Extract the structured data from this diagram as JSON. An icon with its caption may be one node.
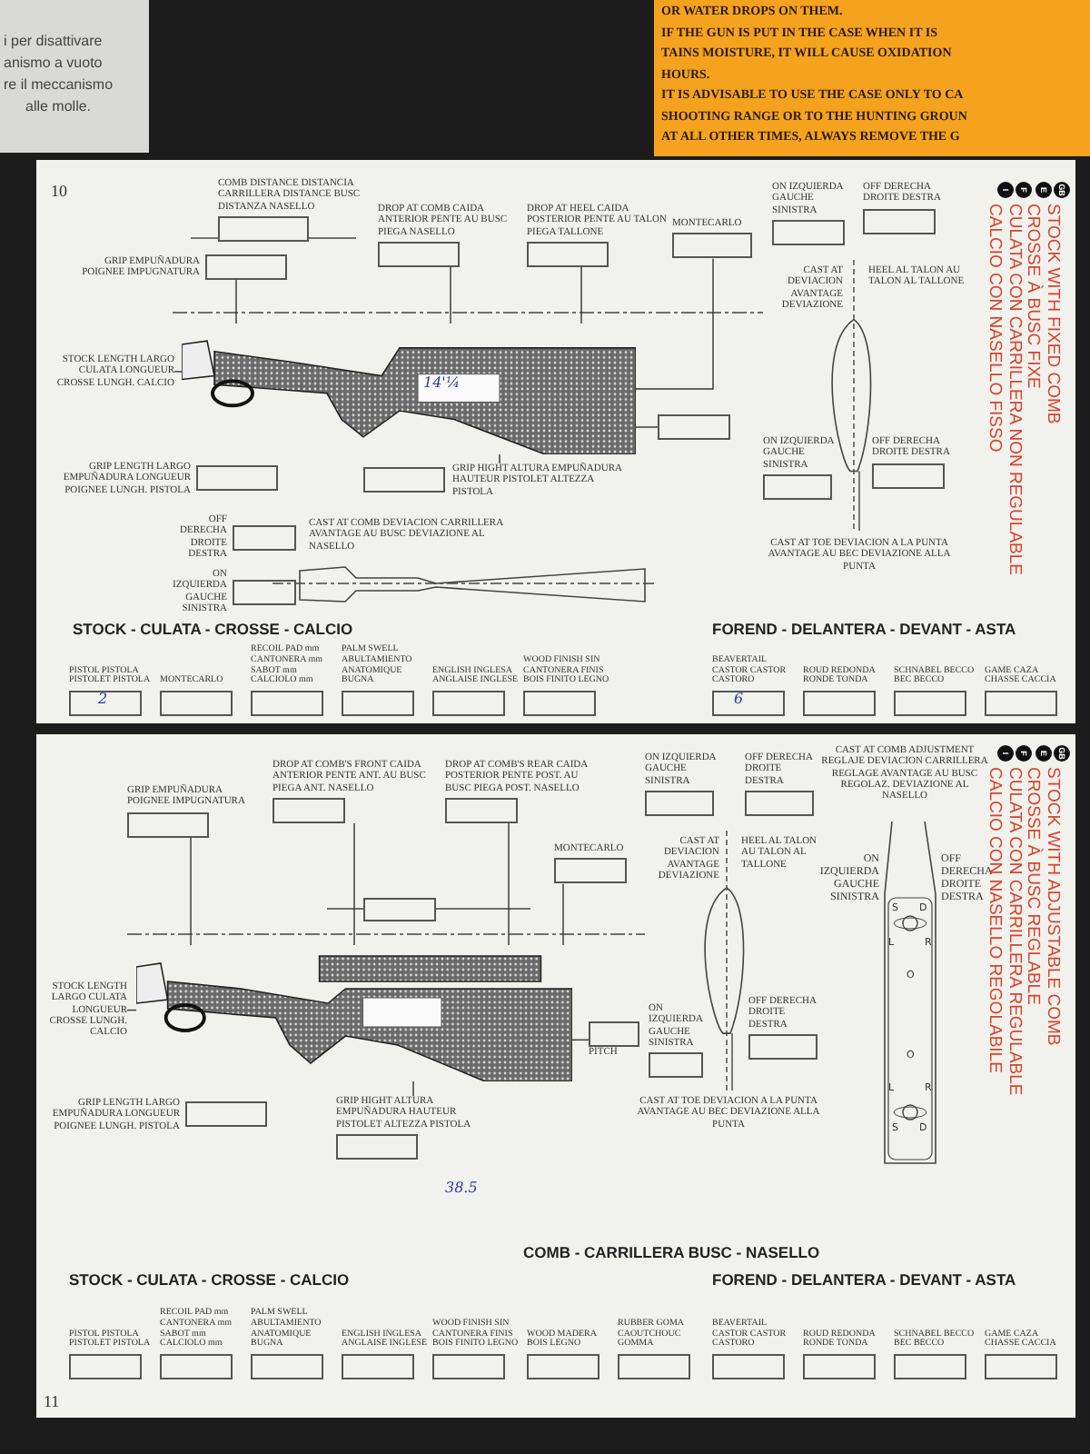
{
  "diagram": {
    "nodes": [
      {
        "text": [
          "COMB DISTANCE DISTANCIA CARRILLERA DISTANCE BUSC DISTANZA NASELLO"
        ]
      },
      {
        "text": [
          "DROP AT COMB CAIDA ANTERIOR PENTE AU BUSC PIEGA NASELLO"
        ]
      },
      {
        "text": [
          "DROP AT HEEL CAIDA POSTERIOR PENTE AU TALON PIEGA TALLONE"
        ]
      },
      {
        "text": [
          "MONTECARLO"
        ]
      },
      {
        "text": [
          "GRIP EMPUÑADURA POIGNEE IMPUGNATURA"
        ]
      },
      {
        "text": [],
        "shape": "picture"
      },
      {
        "text": [
          "STOCK LENGTH LARGO CULATA LONGUEUR CROSSE LUNGH. CALCIO"
        ]
      },
      {
        "text": [],
        "shape": "box"
      },
      {
        "text": [
          "GRIP LENGTH LARGO EMPUÑADURA LONGUEUR POIGNEE LUNGH. PISTOLA"
        ]
      },
      {
        "text": [
          "GRIP HIGHT ALTURA EMPUÑADURA HAUTEUR PISTOLET ALTEZZA PISTOLA"
        ]
      },
      {
        "text": [
          "OFF DERECHA DROITE DESTRA"
        ]
      },
      {
        "text": [
          "CAST AT COMB DEVIACION CARRILLERA AVANTAGE AU BUSC DEVIAZIONE AL NASELLO"
        ]
      },
      {
        "text": [
          "ON IZQUIERDA GAUCHE SINISTRA"
        ]
      },
      {
        "text": [
          "ON IZQUIERDA GAUCHE SINISTRA"
        ]
      },
      {
        "text": [
          "OFF DERECHA DROITE DESTRA"
        ]
      },
      {
        "text": [
          "ON IZQUIERDA GAUCHE SINISTRA"
        ]
      },
      {
        "text": [
          "OFF DERECHA DROITE DESTRA"
        ]
      },
      {
        "text": [
          "PISTOL PISTOLA PISTOLET PISTOLA"
        ]
      },
      {
        "text": [
          "MONTECARLO"
        ]
      },
      {
        "text": [
          "RECOIL PAD mm CANTONERA mm SABOT mm CALCIOLO mm"
        ]
      },
      {
        "text": [
          "PALM SWELL ABULTAMIENTO ANATOMIQUE BUGNA"
        ]
      },
      {
        "text": [
          "ENGLISH INGLESA ANGLAISE INGLESE"
        ]
      },
      {
        "text": [
          "WOOD FINISH SIN CANTONERA FINIS BOIS FINITO LEGNO"
        ]
      },
      {
        "text": [
          "BEAVERTAIL CASTOR CASTOR CASTORO"
        ]
      },
      {
        "text": [
          "ROUD REDONDA RONDE TONDA"
        ]
      },
      {
        "text": [
          "SCHNABEL BECCO BEC BECCO"
        ]
      },
      {
        "text": [
          "GAME CAZA CHASSE CACCIA"
        ]
      },
      {
        "text": [
          "GRIP EMPUÑADURA POIGNEE IMPUGNATURA"
        ]
      },
      {
        "text": [
          "DROP AT COMB'S FRONT CAIDA ANTERIOR PENTE ANT. AU BUSC PIEGA ANT. NASELLO"
        ]
      },
      {
        "text": [
          "DROP AT COMB'S REAR CAIDA POSTERIOR PENTE POST. AU BUSC PIEGA POST. NASELLO"
        ]
      },
      {
        "text": [
          "MONTECARLO"
        ]
      },
      {
        "text": [],
        "shape": "box"
      },
      {
        "text": [],
        "shape": "picture"
      },
      {
        "text": [
          "STOCK LENGTH LARGO CULATA LONGUEUR CROSSE LUNGH. CALCIO"
        ]
      },
      {
        "text": [
          "PITCH"
        ]
      },
      {
        "text": [
          "GRIP LENGTH LARGO EMPUÑADURA LONGUEUR POIGNEE LUNGH. PISTOLA"
        ]
      },
      {
        "text": [
          "GRIP HIGHT ALTURA EMPUÑADURA HAUTEUR PISTOLET ALTEZZA PISTOLA"
        ]
      },
      {
        "text": [
          "ON IZQUIERDA GAUCHE SINISTRA"
        ]
      },
      {
        "text": [
          "OFF DERECHA DROITE DESTRA"
        ]
      },
      {
        "text": [
          "ON IZQUIERDA GAUCHE SINISTRA"
        ]
      },
      {
        "text": [
          "OFF DERECHA DROITE DESTRA"
        ]
      },
      {
        "text": [
          "PISTOL PISTOLA PISTOLET PISTOLA"
        ]
      },
      {
        "text": [
          "RECOIL PAD mm CANTONERA mm SABOT mm CALCIOLO mm"
        ]
      },
      {
        "text": [
          "PALM SWELL ABULTAMIENTO ANATOMIQUE BUGNA"
        ]
      },
      {
        "text": [
          "ENGLISH INGLESA ANGLAISE INGLESE"
        ]
      },
      {
        "text": [
          "WOOD FINISH SIN CANTONERA FINIS BOIS FINITO LEGNO"
        ]
      },
      {
        "text": [
          "WOOD MADERA BOIS LEGNO"
        ]
      },
      {
        "text": [
          "RUBBER GOMA CAOUTCHOUC GOMMA"
        ]
      },
      {
        "text": [
          "BEAVERTAIL CASTOR CASTOR CASTORO"
        ]
      },
      {
        "text": [
          "ROUD REDONDA RONDE TONDA"
        ]
      },
      {
        "text": [
          "SCHNABEL BECCO BEC BECCO"
        ]
      },
      {
        "text": [
          "GAME CAZA CHASSE CACCIA"
        ]
      }
    ],
    "edges": [
      {
        "from": 4,
        "to": 5,
        "arrow": "none"
      },
      {
        "from": 1,
        "to": 5,
        "arrow": "none"
      },
      {
        "from": 2,
        "to": 5,
        "arrow": "none"
      },
      {
        "from": 3,
        "to": 5,
        "arrow": "none"
      },
      {
        "from": 6,
        "to": 5,
        "arrow": "none"
      },
      {
        "from": 7,
        "to": 5,
        "arrow": "none"
      },
      {
        "from": 9,
        "to": 5,
        "arrow": "none"
      },
      {
        "from": 27,
        "to": 32,
        "arrow": "none"
      },
      {
        "from": 28,
        "to": 32,
        "arrow": "none"
      },
      {
        "from": 29,
        "to": 32,
        "arrow": "none"
      },
      {
        "from": 30,
        "to": 32,
        "arrow": "none"
      },
      {
        "from": 33,
        "to": 32,
        "arrow": "none"
      },
      {
        "from": 34,
        "to": 32,
        "arrow": "none"
      },
      {
        "from": 36,
        "to": 32,
        "arrow": "none"
      }
    ],
    "labels": [
      "i per disattivare",
      "anismo a vuoto",
      "re il meccanismo",
      "alle molle.",
      "OR WATER DROPS ON THEM.",
      "IF THE GUN IS PUT IN THE CASE WHEN IT IS",
      "TAINS MOISTURE, IT WILL CAUSE OXIDATION",
      "HOURS.",
      "IT IS ADVISABLE TO USE THE CASE ONLY TO CA",
      "SHOOTING RANGE OR TO THE HUNTING GROUN",
      "AT ALL OTHER TIMES, ALWAYS REMOVE THE G",
      "10",
      "14'¼",
      "CAST AT DEVIACION AVANTAGE DEVIAZIONE",
      "HEEL AL TALON AU TALON AL TALLONE",
      "CAST AT TOE DEVIACION A LA PUNTA AVANTAGE AU BEC DEVIAZIONE ALLA PUNTA",
      "GB",
      "E",
      "F",
      "I",
      "STOCK WITH FIXED COMB",
      "CROSSE À BUSC FIXE",
      "CULATA CON CARRILLERA NON REGULABLE",
      "CALCIO CON NASELLO FISSO",
      "STOCK - CULATA - CROSSE - CALCIO",
      "FOREND - DELANTERA - DEVANT - ASTA",
      "2",
      "6",
      "CAST AT DEVIACION AVANTAGE DEVIAZIONE",
      "HEEL AL TALON AU TALON AL TALLONE",
      "CAST AT TOE DEVIACION A LA PUNTA AVANTAGE AU BEC DEVIAZIONE ALLA PUNTA",
      "CAST AT COMB ADJUSTMENT REGLAJE DEVIACION CARRILLERA REGLAGE AVANTAGE AU BUSC REGOLAZ. DEVIAZIONE AL NASELLO",
      "ON IZQUIERDA GAUCHE SINISTRA",
      "OFF DERECHA DROITE DESTRA",
      "S",
      "D",
      "L",
      "R",
      "O",
      "O",
      "L",
      "R",
      "S",
      "D",
      "GB",
      "E",
      "F",
      "I",
      "STOCK WITH ADJUSTABLE COMB",
      "CROSSE À BUSC REGLABLE",
      "CULATA CON CARRILLERA REGULABLE",
      "CALCIO CON NASELLO REGOLABILE",
      "38.5",
      "STOCK - CULATA - CROSSE - CALCIO",
      "COMB - CARRILLERA BUSC - NASELLO",
      "FOREND - DELANTERA - DEVANT - ASTA",
      "11"
    ]
  }
}
